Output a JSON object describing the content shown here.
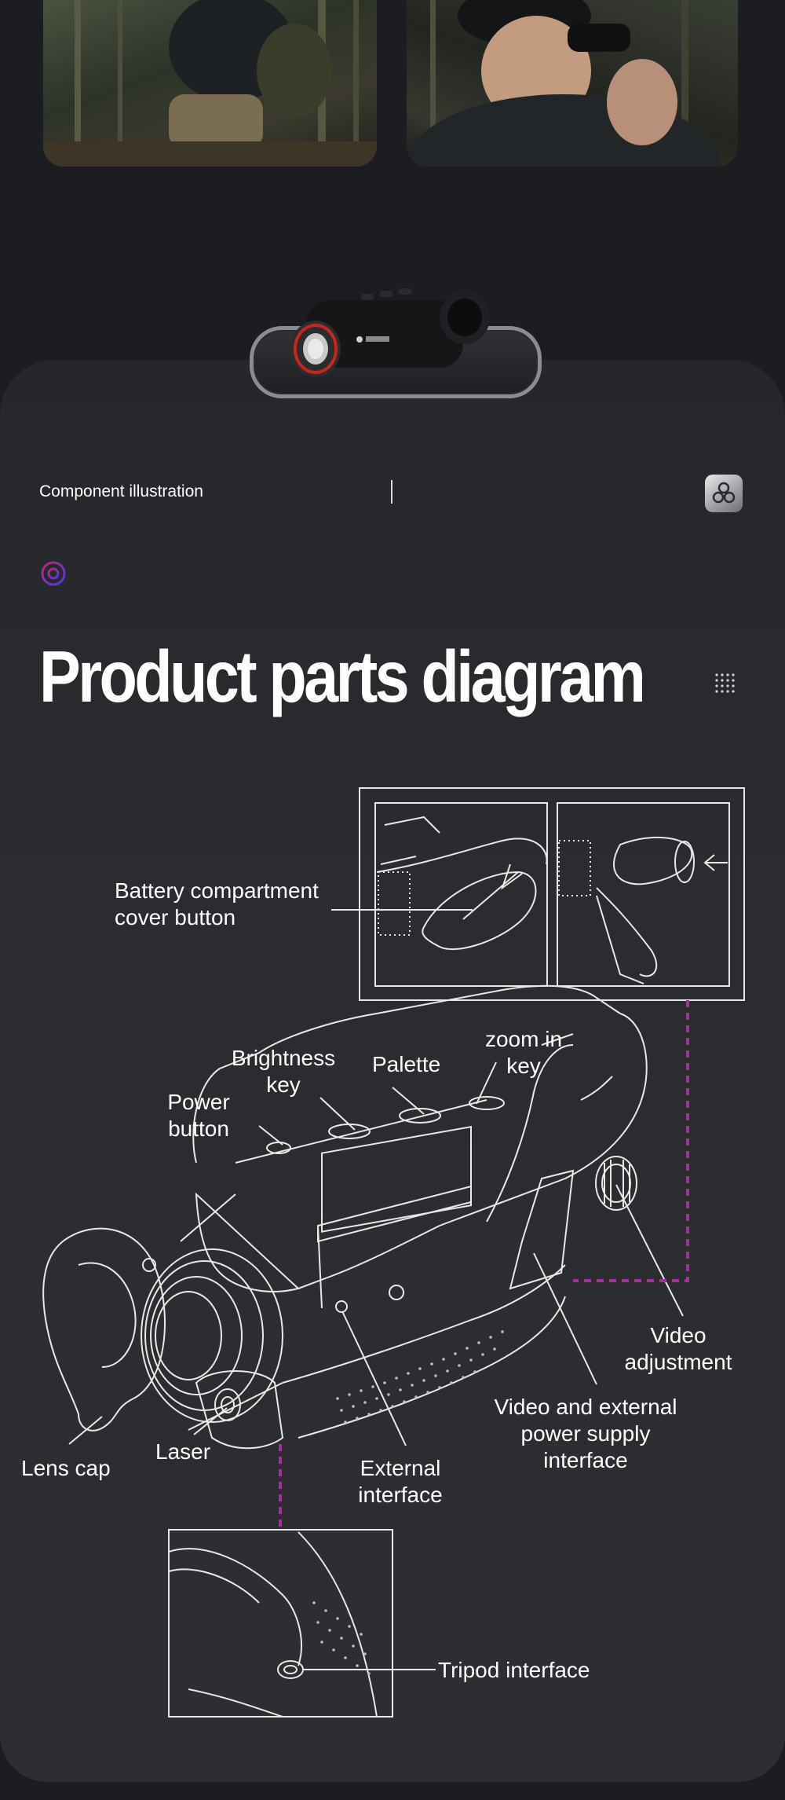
{
  "header": {
    "section_label": "Component illustration",
    "title": "Product parts diagram"
  },
  "icons": {
    "cube": "cube-cluster-icon",
    "target": "target-ring-icon",
    "grid": "dot-grid-icon"
  },
  "callouts": {
    "battery_line1": "Battery compartment",
    "battery_line2": "cover button",
    "brightness_line1": "Brightness",
    "brightness_line2": "key",
    "palette": "Palette",
    "zoom_line1": "zoom in",
    "zoom_line2": "key",
    "power_line1": "Power",
    "power_line2": "button",
    "video_adj_line1": "Video",
    "video_adj_line2": "adjustment",
    "video_ext_line1": "Video and external",
    "video_ext_line2": "power supply",
    "video_ext_line3": "interface",
    "lens_cap": "Lens cap",
    "laser": "Laser",
    "external_line1": "External",
    "external_line2": "interface",
    "tripod": "Tripod interface"
  },
  "colors": {
    "background": "#1c1d20",
    "panel": "#2a2c30",
    "accent_dashed": "#a4309c"
  }
}
